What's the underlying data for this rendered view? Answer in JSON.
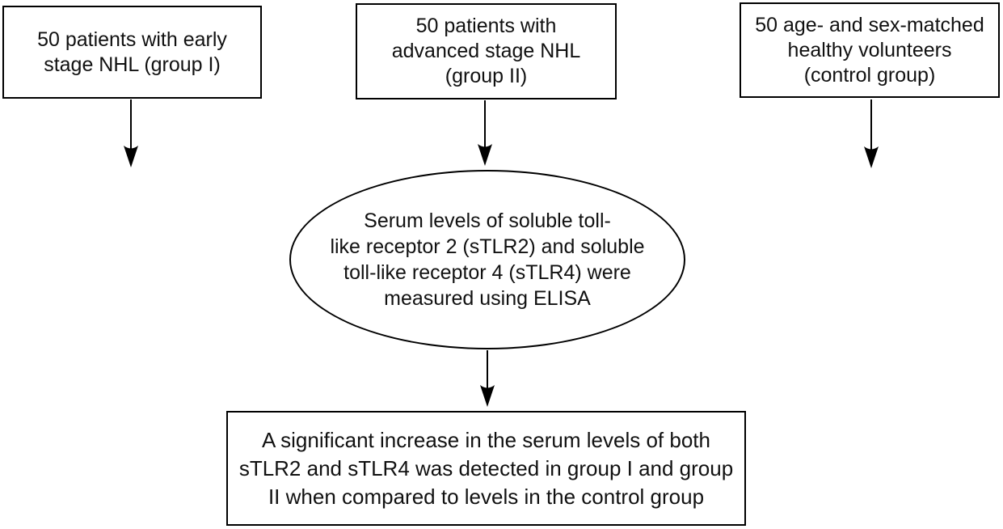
{
  "diagram": {
    "type": "flowchart",
    "title": "Study design flowchart: sTLR2 and sTLR4 serum levels in NHL patients vs controls",
    "colors": {
      "background": "#ffffff",
      "stroke": "#000000",
      "text": "#111111"
    },
    "nodes": {
      "group1": {
        "shape": "rectangle",
        "text": "50 patients with early stage NHL (group I)",
        "lines": [
          "50 patients with early",
          "stage NHL (group I)"
        ]
      },
      "group2": {
        "shape": "rectangle",
        "text": "50 patients with advanced stage NHL (group II)",
        "lines": [
          "50 patients with",
          "advanced stage NHL",
          "(group II)"
        ]
      },
      "control": {
        "shape": "rectangle",
        "text": "50 age- and sex-matched healthy volunteers (control group)",
        "lines": [
          "50 age- and sex-matched",
          "healthy volunteers",
          "(control group)"
        ]
      },
      "process": {
        "shape": "ellipse",
        "text": "Serum levels of soluble toll-like receptor 2 (sTLR2) and soluble toll-like receptor 4 (sTLR4) were measured using ELISA",
        "lines": [
          "Serum levels of soluble toll-",
          "like receptor 2 (sTLR2) and soluble",
          "toll-like receptor 4 (sTLR4) were",
          "measured using ELISA"
        ]
      },
      "result": {
        "shape": "rectangle",
        "text": "A significant increase in the serum levels of both sTLR2 and sTLR4 was detected in group I and group II when compared to levels in the control group",
        "lines": [
          "A significant increase in the serum levels of both",
          "sTLR2 and sTLR4 was detected in group I and group",
          "II when compared to levels in the control group"
        ]
      }
    },
    "edges": [
      {
        "from": "group1",
        "to": "process",
        "style": "arrow-down"
      },
      {
        "from": "group2",
        "to": "process",
        "style": "arrow-down"
      },
      {
        "from": "control",
        "to": "process",
        "style": "arrow-down"
      },
      {
        "from": "process",
        "to": "result",
        "style": "arrow-down"
      }
    ]
  }
}
